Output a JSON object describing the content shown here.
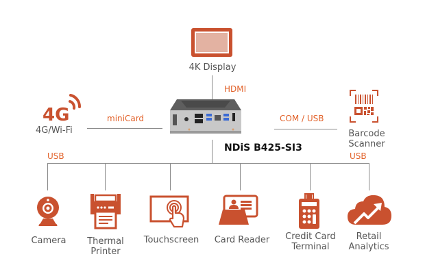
{
  "device": {
    "name": "NDiS B425-SI3"
  },
  "colors": {
    "accent": "#c9512f",
    "connector_text": "#e2622a",
    "label_text": "#555555",
    "line": "#8a8a8a"
  },
  "top": {
    "label": "4K Display",
    "connector": "HDMI",
    "icon": "monitor-icon"
  },
  "left": {
    "label": "4G/Wi-Fi",
    "connector": "miniCard",
    "icon": "4g-signal-icon",
    "icon_text": "4G"
  },
  "right": {
    "label_line1": "Barcode",
    "label_line2": "Scanner",
    "connector": "COM / USB",
    "icon": "barcode-scanner-icon"
  },
  "bus": {
    "left_label": "USB",
    "right_label": "USB"
  },
  "peripherals": [
    {
      "line1": "Camera",
      "line2": "",
      "icon": "webcam-icon"
    },
    {
      "line1": "Thermal",
      "line2": "Printer",
      "icon": "printer-icon"
    },
    {
      "line1": "Touchscreen",
      "line2": "",
      "icon": "touchscreen-icon"
    },
    {
      "line1": "Card Reader",
      "line2": "",
      "icon": "card-reader-icon"
    },
    {
      "line1": "Credit Card",
      "line2": "Terminal",
      "icon": "payment-terminal-icon"
    },
    {
      "line1": "Retail",
      "line2": "Analytics",
      "icon": "cloud-analytics-icon"
    }
  ]
}
